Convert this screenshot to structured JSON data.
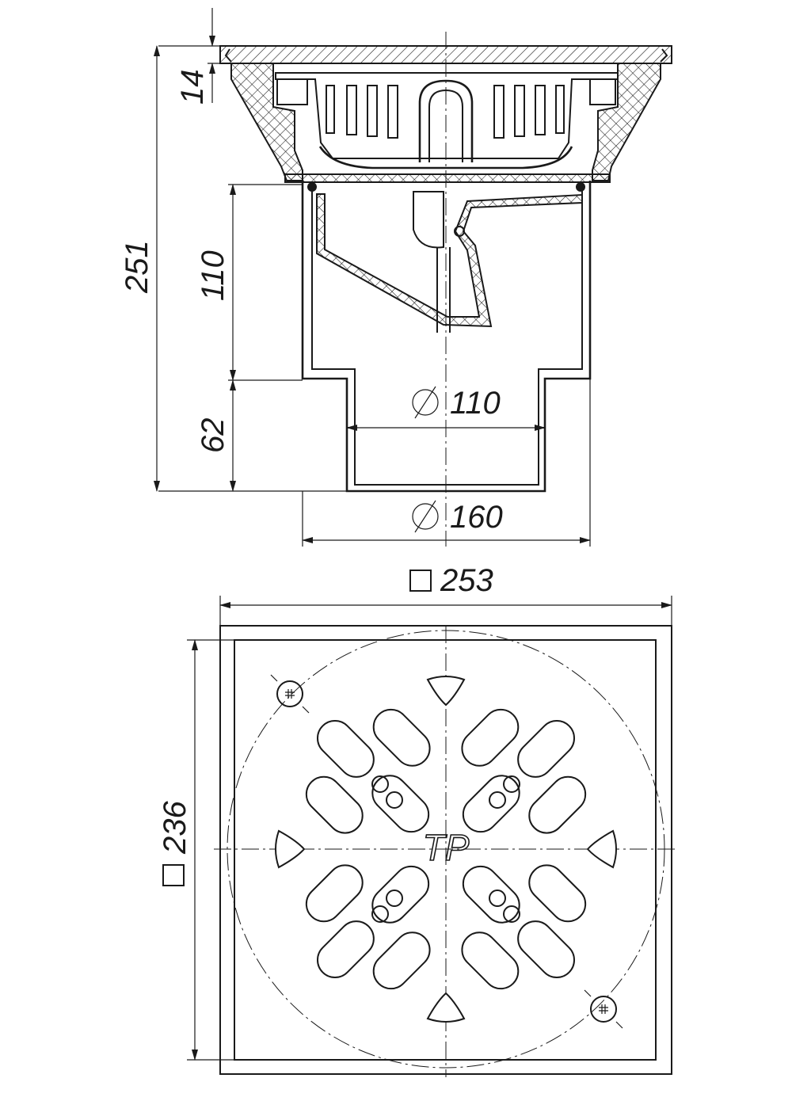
{
  "side_view": {
    "dim_total_height": "251",
    "dim_top_rim": "14",
    "dim_body": "110",
    "dim_outlet": "62",
    "dim_outlet_diameter": "110",
    "dim_body_diameter": "160"
  },
  "plan_view": {
    "dim_frame_size": "253",
    "dim_grate_size": "236",
    "logo_text": "TP"
  },
  "colors": {
    "line": "#1a1a1a",
    "background": "#ffffff"
  }
}
